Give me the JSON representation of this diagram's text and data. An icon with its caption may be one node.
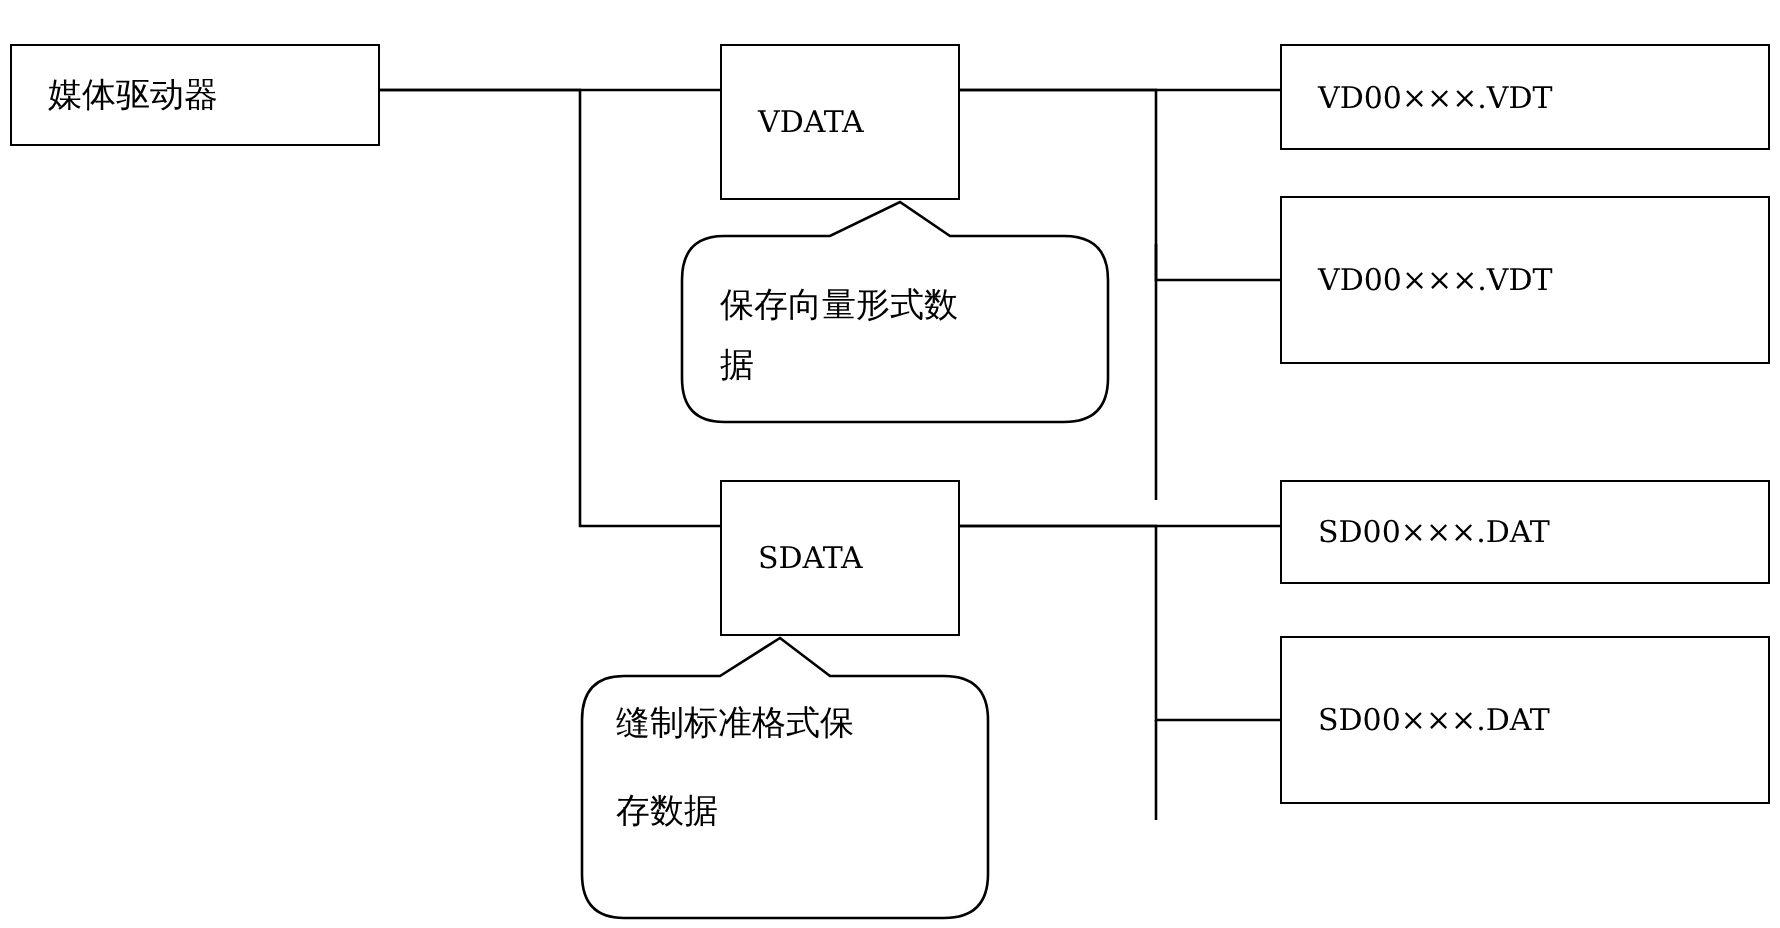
{
  "diagram": {
    "nodes": [
      {
        "text": [
          "媒体驱动器"
        ]
      },
      {
        "text": [
          "VDATA"
        ]
      },
      {
        "text": [
          "VD00×××.VDT"
        ]
      },
      {
        "text": [
          "VD00×××.VDT"
        ]
      },
      {
        "text": [
          "保存向量形式数据"
        ]
      },
      {
        "text": [
          "SDATA"
        ]
      },
      {
        "text": [
          "SD00×××.DAT"
        ]
      },
      {
        "text": [
          "SD00×××.DAT"
        ]
      },
      {
        "text": [
          "缝制标准格式保存数据"
        ]
      }
    ],
    "edges": [
      {
        "from": 0,
        "to": 1,
        "arrow": "none"
      },
      {
        "from": 0,
        "to": 5,
        "arrow": "none"
      },
      {
        "from": 1,
        "to": 2,
        "arrow": "none"
      },
      {
        "from": 1,
        "to": 3,
        "arrow": "none"
      },
      {
        "from": 5,
        "to": 6,
        "arrow": "none"
      },
      {
        "from": 5,
        "to": 7,
        "arrow": "none"
      }
    ]
  }
}
